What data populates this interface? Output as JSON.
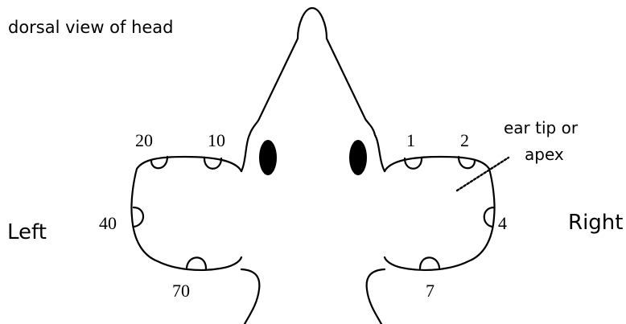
{
  "title": "dorsal view of head",
  "side_labels": {
    "left": "Left",
    "right": "Right"
  },
  "annotation": "ear tip or apex",
  "notch_codes": {
    "right_top_inner": "1",
    "right_top_outer": "2",
    "right_tip": "4",
    "right_bottom": "7",
    "left_top_inner": "10",
    "left_top_outer": "20",
    "left_tip": "40",
    "left_bottom": "70"
  },
  "colors": {
    "outline": "#000000",
    "eye": "#000000",
    "background": "#ffffff"
  }
}
